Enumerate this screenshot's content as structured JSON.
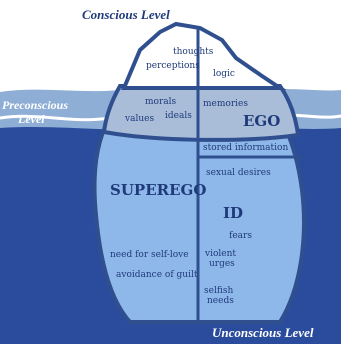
{
  "levels": {
    "conscious": "Conscious Level",
    "preconscious": [
      "Preconscious",
      "Level"
    ],
    "unconscious": "Unconscious Level"
  },
  "regions": {
    "superego": "SUPEREGO",
    "ego": "EGO",
    "id": "ID"
  },
  "items": {
    "thoughts": "thoughts",
    "perceptions": "perceptions",
    "logic": "logic",
    "morals": "morals",
    "values": "values",
    "ideals": "ideals",
    "memories": "memories",
    "stored_information": "stored information",
    "sexual_desires": "sexual desires",
    "fears": "fears",
    "violent_urges": [
      "violent",
      "urges"
    ],
    "need_for_self_love": "need for self-love",
    "avoidance_of_guilt": "avoidance of guilt",
    "selfish_needs": [
      "selfish",
      "needs"
    ]
  },
  "colors": {
    "deep_water": "#2b4c9c",
    "shallow_water": "#8eaed6",
    "iceberg_top": "#ffffff",
    "iceberg_band": "#a9bdd9",
    "iceberg_below": "#8fb8ea",
    "outline": "#2f4f8f",
    "level_text_dark": "#1f3a7a",
    "level_text_light": "#ffffff"
  }
}
